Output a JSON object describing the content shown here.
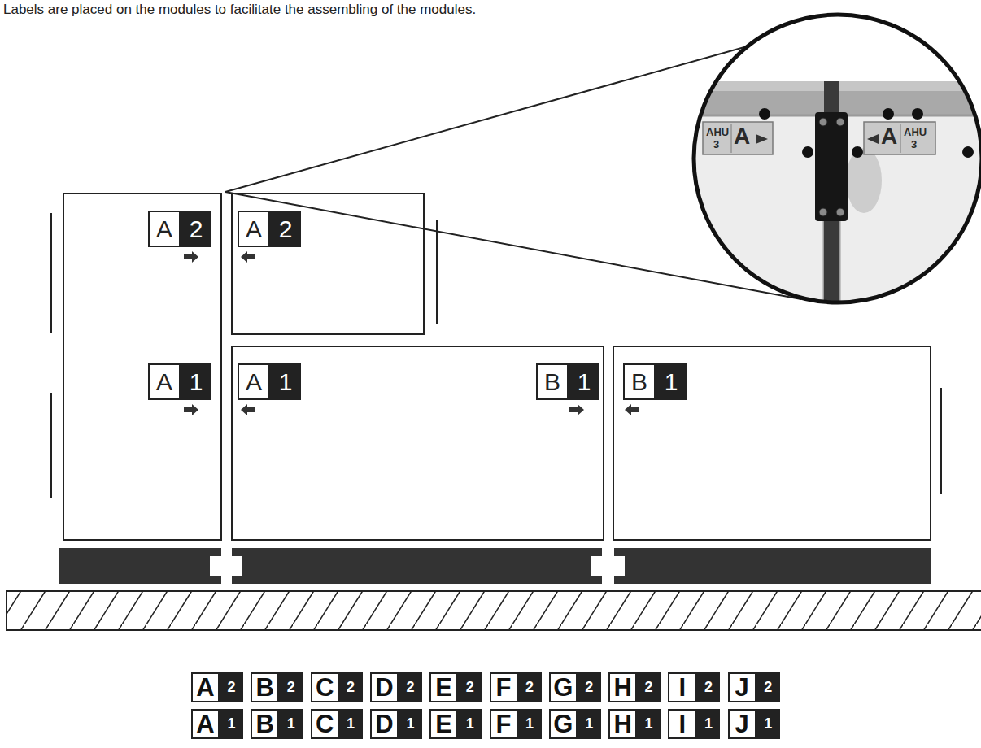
{
  "diagram": {
    "title": "Labels are placed on the modules to facilitate the assembling of the modules.",
    "nodes": [
      {
        "text": [
          "A",
          "2",
          "A",
          "1"
        ]
      },
      {
        "text": [
          "A",
          "2"
        ]
      },
      {
        "text": [
          "A",
          "1",
          "B",
          "1"
        ]
      },
      {
        "text": [
          "B",
          "1"
        ]
      }
    ],
    "labels": [
      "AHU",
      "3",
      "A",
      "A",
      "AHU",
      "3",
      "A",
      "2",
      "B",
      "2",
      "C",
      "2",
      "D",
      "2",
      "E",
      "2",
      "F",
      "2",
      "G",
      "2",
      "H",
      "2",
      "I",
      "2",
      "J",
      "2",
      "A",
      "1",
      "B",
      "1",
      "C",
      "1",
      "D",
      "1",
      "E",
      "1",
      "F",
      "1",
      "G",
      "1",
      "H",
      "1",
      "I",
      "1",
      "J",
      "1"
    ]
  }
}
